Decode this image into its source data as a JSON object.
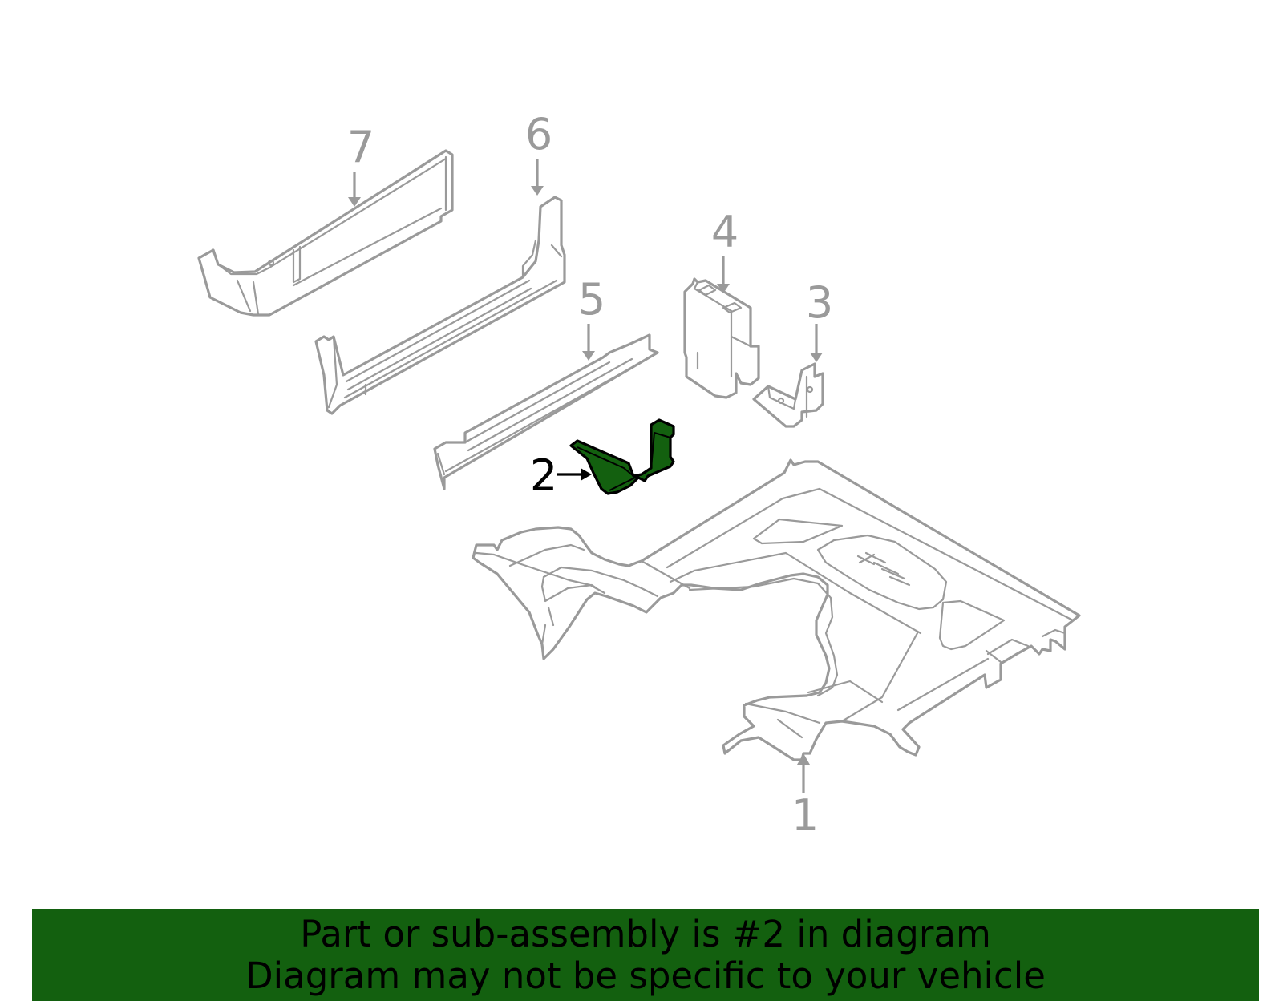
{
  "callouts": {
    "part1": "1",
    "part2": "2",
    "part3": "3",
    "part4": "4",
    "part5": "5",
    "part6": "6",
    "part7": "7"
  },
  "banner": {
    "line1": "Part or sub-assembly is #2 in diagram",
    "line2": "Diagram may not be specific to your vehicle"
  },
  "colors": {
    "highlight": "#13600f",
    "banner_background": "#13600f",
    "line_art": "#9a9a9a",
    "callout_text": "#9a9a9a",
    "highlight_callout_text": "#000000",
    "banner_text": "#000000"
  }
}
